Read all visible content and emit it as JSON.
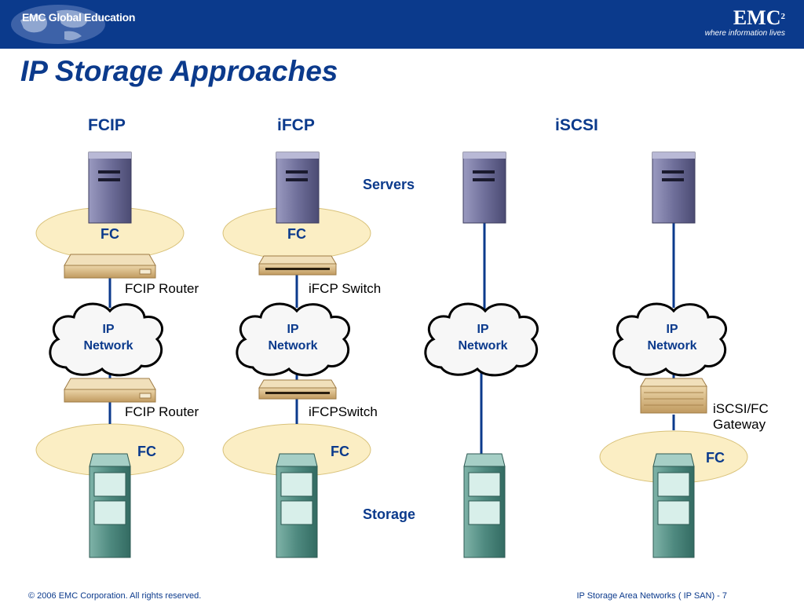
{
  "header": {
    "left_logo_text": "EMC Global Education",
    "brand": "EMC",
    "brand_sup": "2",
    "tagline": "where information lives"
  },
  "title": "IP Storage Approaches",
  "columns": {
    "fcip": "FCIP",
    "ifcp": "iFCP",
    "iscsi": "iSCSI"
  },
  "side_labels": {
    "servers": "Servers",
    "storage": "Storage"
  },
  "network": {
    "line1": "IP",
    "line2": "Network"
  },
  "fc_label": "FC",
  "devices": {
    "fcip_router_top": "FCIP Router",
    "fcip_router_bottom": "FCIP Router",
    "ifcp_switch_top": "iFCP Switch",
    "ifcp_switch_bottom": "iFCPSwitch",
    "iscsi_gateway_line1": "iSCSI/FC",
    "iscsi_gateway_line2": "Gateway"
  },
  "footer": {
    "copyright": "© 2006 EMC Corporation. All rights reserved.",
    "course": "IP Storage Area Networks ( IP SAN)  - 7"
  },
  "colors": {
    "brand_blue": "#0b3a8c",
    "fc_zone": "#fbeec4",
    "server": "#6f6f9a",
    "storage": "#4f8a80",
    "device": "#d6b583"
  }
}
